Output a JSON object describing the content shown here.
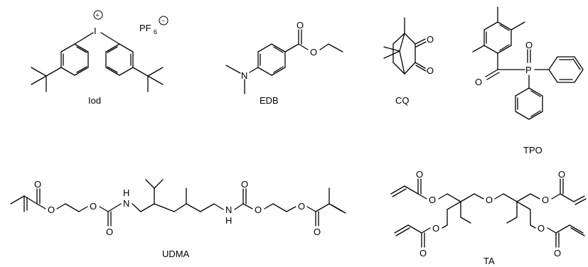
{
  "molecules": {
    "iod": {
      "caption": "Iod",
      "iodine": "I",
      "plus": "+",
      "counterion": "PF",
      "counterion_sub": "6",
      "minus": "−"
    },
    "edb": {
      "caption": "EDB",
      "n_label": "N",
      "o_carbonyl": "O",
      "o_ester": "O"
    },
    "cq": {
      "caption": "CQ",
      "o1": "O",
      "o2": "O"
    },
    "tpo": {
      "caption": "TPO",
      "o_carbonyl": "O",
      "p_label": "P",
      "o_phos": "O"
    },
    "udma": {
      "caption": "UDMA",
      "o": "O",
      "nh": "N",
      "h": "H"
    },
    "ta": {
      "caption": "TA",
      "o": "O"
    }
  }
}
